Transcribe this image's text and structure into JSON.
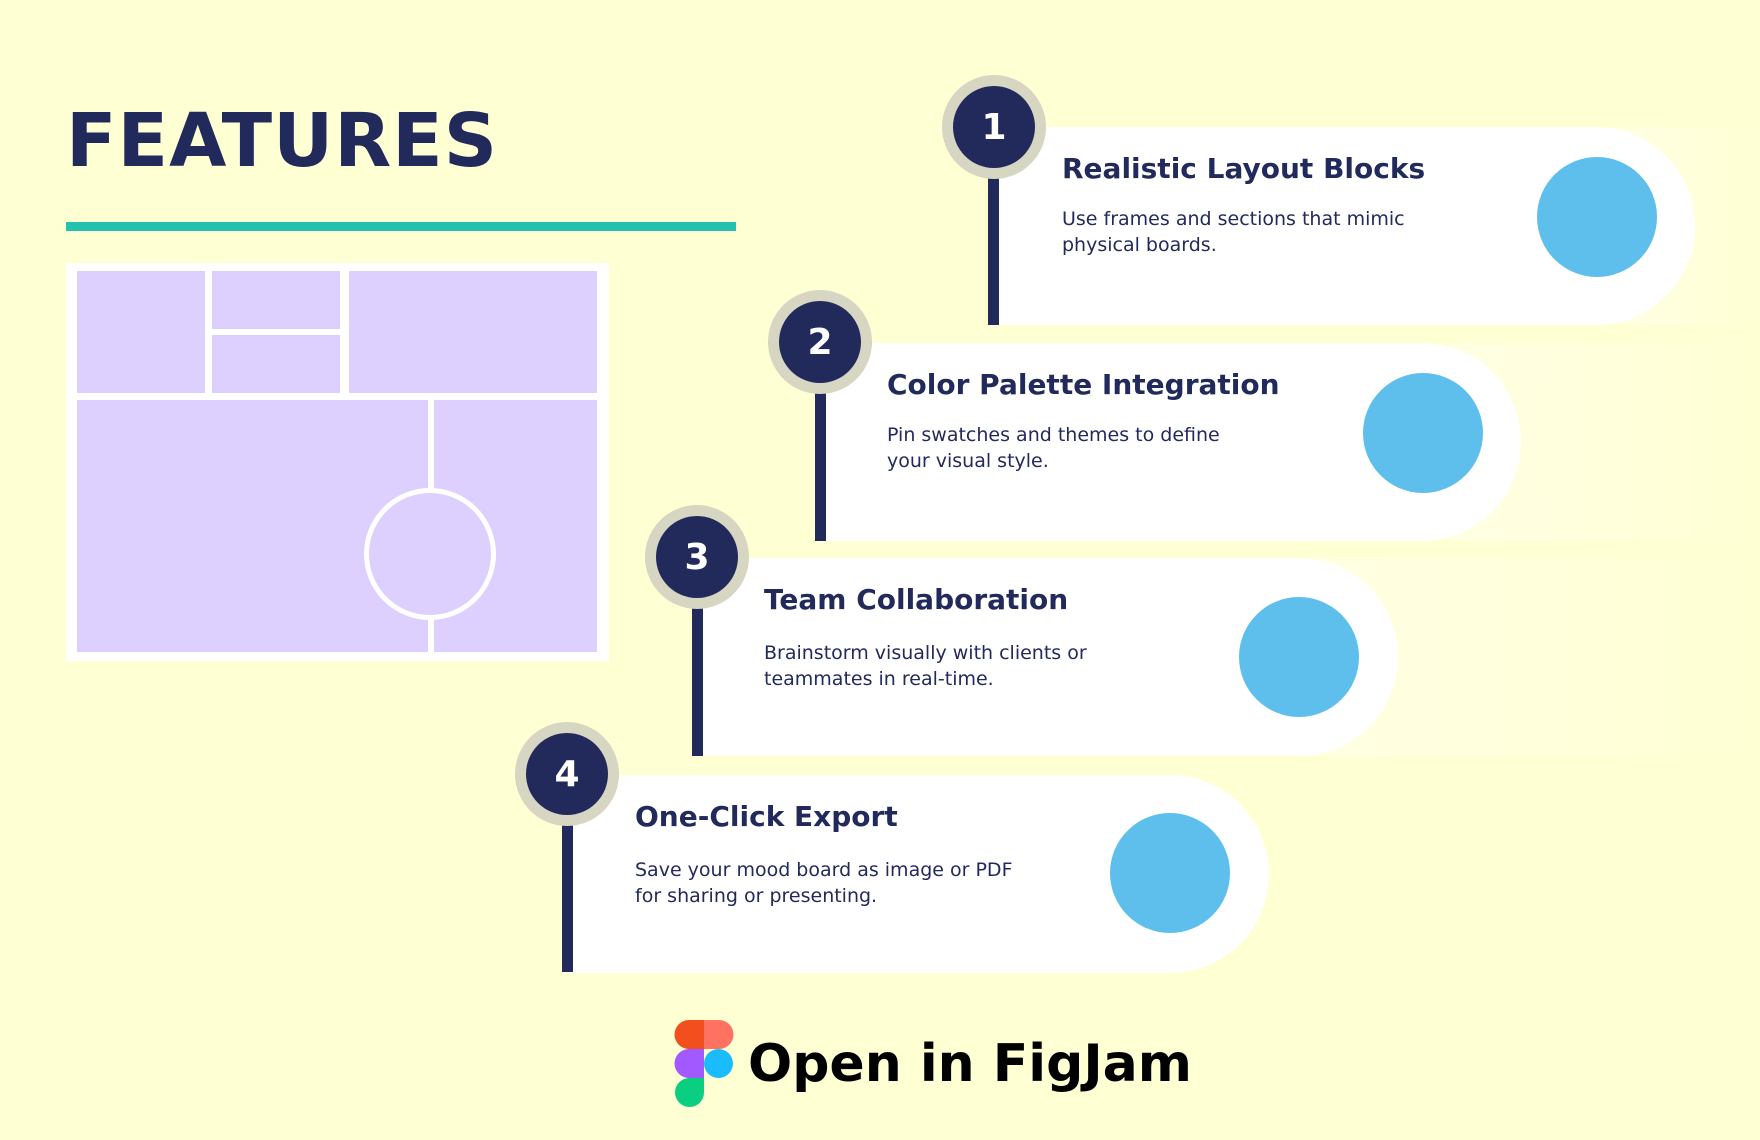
{
  "page": {
    "title": "FEATURES",
    "colors": {
      "background": "#ffffd4",
      "navy": "#222a5c",
      "teal_accent": "#23c2b0",
      "lavender": "#ddd0ff",
      "sky_dot": "#5fbfec"
    }
  },
  "features": [
    {
      "number": "1",
      "title": "Realistic Layout Blocks",
      "description": "Use frames and sections that mimic physical boards."
    },
    {
      "number": "2",
      "title": "Color Palette Integration",
      "description": "Pin swatches and themes to define your visual style."
    },
    {
      "number": "3",
      "title": "Team Collaboration",
      "description": "Brainstorm visually with clients or teammates in real-time."
    },
    {
      "number": "4",
      "title": "One-Click Export",
      "description": "Save your mood board as image or PDF for sharing or presenting."
    }
  ],
  "cta": {
    "label": "Open in FigJam",
    "icon": "figma-logo-icon"
  }
}
